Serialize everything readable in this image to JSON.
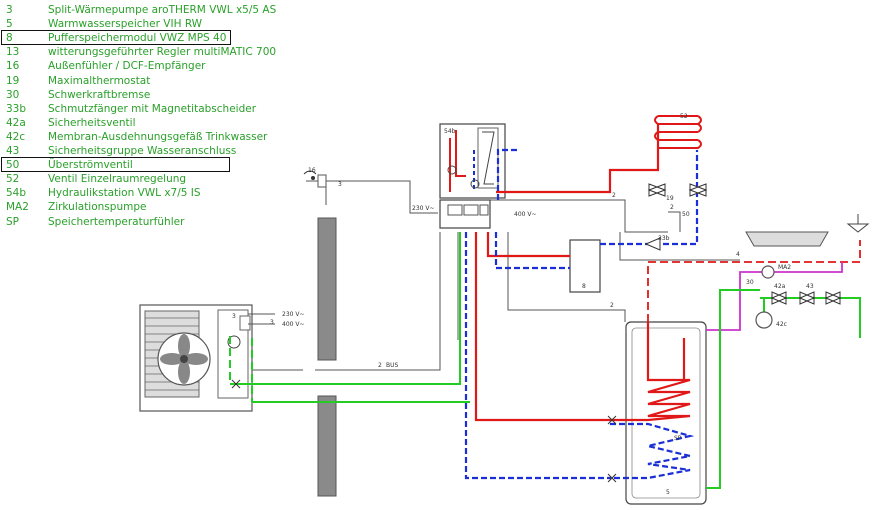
{
  "legend": [
    {
      "num": "3",
      "text": "Split-Wärmepumpe aroTHERM VWL x5/5 AS",
      "highlight": false
    },
    {
      "num": "5",
      "text": "Warmwasserspeicher VIH RW",
      "highlight": false
    },
    {
      "num": "8",
      "text": "Pufferspeichermodul VWZ MPS 40",
      "highlight": true
    },
    {
      "num": "13",
      "text": "witterungsgeführter Regler multiMATIC 700",
      "highlight": false
    },
    {
      "num": "16",
      "text": "Außenfühler / DCF-Empfänger",
      "highlight": false
    },
    {
      "num": "19",
      "text": "Maximalthermostat",
      "highlight": false
    },
    {
      "num": "30",
      "text": "Schwerkraftbremse",
      "highlight": false
    },
    {
      "num": "33b",
      "text": "Schmutzfänger mit Magnetitabscheider",
      "highlight": false
    },
    {
      "num": "42a",
      "text": "Sicherheitsventil",
      "highlight": false
    },
    {
      "num": "42c",
      "text": "Membran-Ausdehnungsgefäß Trinkwasser",
      "highlight": false
    },
    {
      "num": "43",
      "text": "Sicherheitsgruppe Wasseranschluss",
      "highlight": false
    },
    {
      "num": "50",
      "text": "Überströmventil",
      "highlight": true
    },
    {
      "num": "52",
      "text": "Ventil Einzelraumregelung",
      "highlight": false
    },
    {
      "num": "54b",
      "text": "Hydraulikstation VWL x7/5 IS",
      "highlight": false
    },
    {
      "num": "MA2",
      "text": "Zirkulationspumpe",
      "highlight": false
    },
    {
      "num": "SP",
      "text": "Speichertemperaturfühler",
      "highlight": false
    }
  ],
  "labels": {
    "l54b": "54b",
    "l52": "52",
    "l16": "16",
    "l3a": "3",
    "l3b": "3",
    "l3c": "3",
    "l2a": "2",
    "l2b": "2",
    "l2c": "2",
    "l2d": "2",
    "l19": "19",
    "l50": "50",
    "l33b": "33b",
    "l8": "8",
    "l30": "30",
    "l42a": "42a",
    "l43": "43",
    "l42c": "42c",
    "lma2": "MA2",
    "lsp": "SP",
    "l5": "5",
    "l4": "4",
    "lbus": "BUS",
    "v230a": "230 V~",
    "v230b": "230 V~",
    "v400a": "400 V~",
    "v400b": "400 V~"
  },
  "colors": {
    "legend_text": "#2aa02a",
    "flow": "#e01818",
    "return": "#1a2fd6",
    "hot_water": "#e01818",
    "cold_water": "#22cc22",
    "circulation": "#cc33cc",
    "control": "#555555"
  }
}
